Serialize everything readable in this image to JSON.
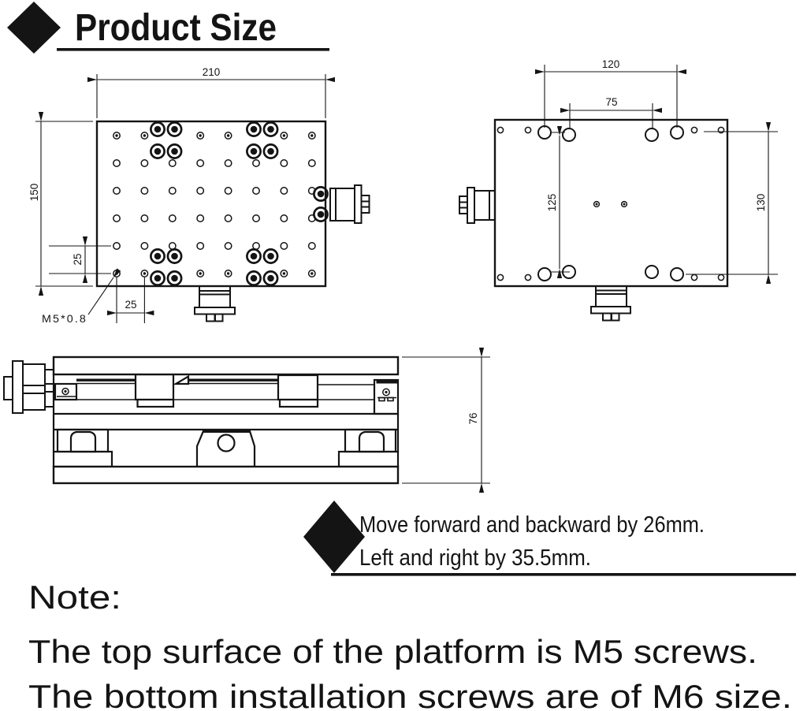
{
  "title": "Product Size",
  "colors": {
    "ink": "#141414",
    "background": "#ffffff"
  },
  "top_view": {
    "dim_width": "210",
    "dim_height": "150",
    "dim_row_spacing": "25",
    "dim_col_spacing": "25",
    "thread_callout": "M5*0.8"
  },
  "bottom_view": {
    "dim_hole_span_outer": "120",
    "dim_hole_span_inner": "75",
    "dim_hole_span_inner_v": "125",
    "dim_hole_span_outer_v": "130"
  },
  "side_view": {
    "dim_height": "76"
  },
  "movement_note": {
    "line1": "Move forward and backward by 26mm.",
    "line2": "Left and right by 35.5mm."
  },
  "note": {
    "heading": "Note:",
    "line1": "The top surface of the platform is M5 screws.",
    "line2": "The bottom installation screws are of M6 size."
  }
}
